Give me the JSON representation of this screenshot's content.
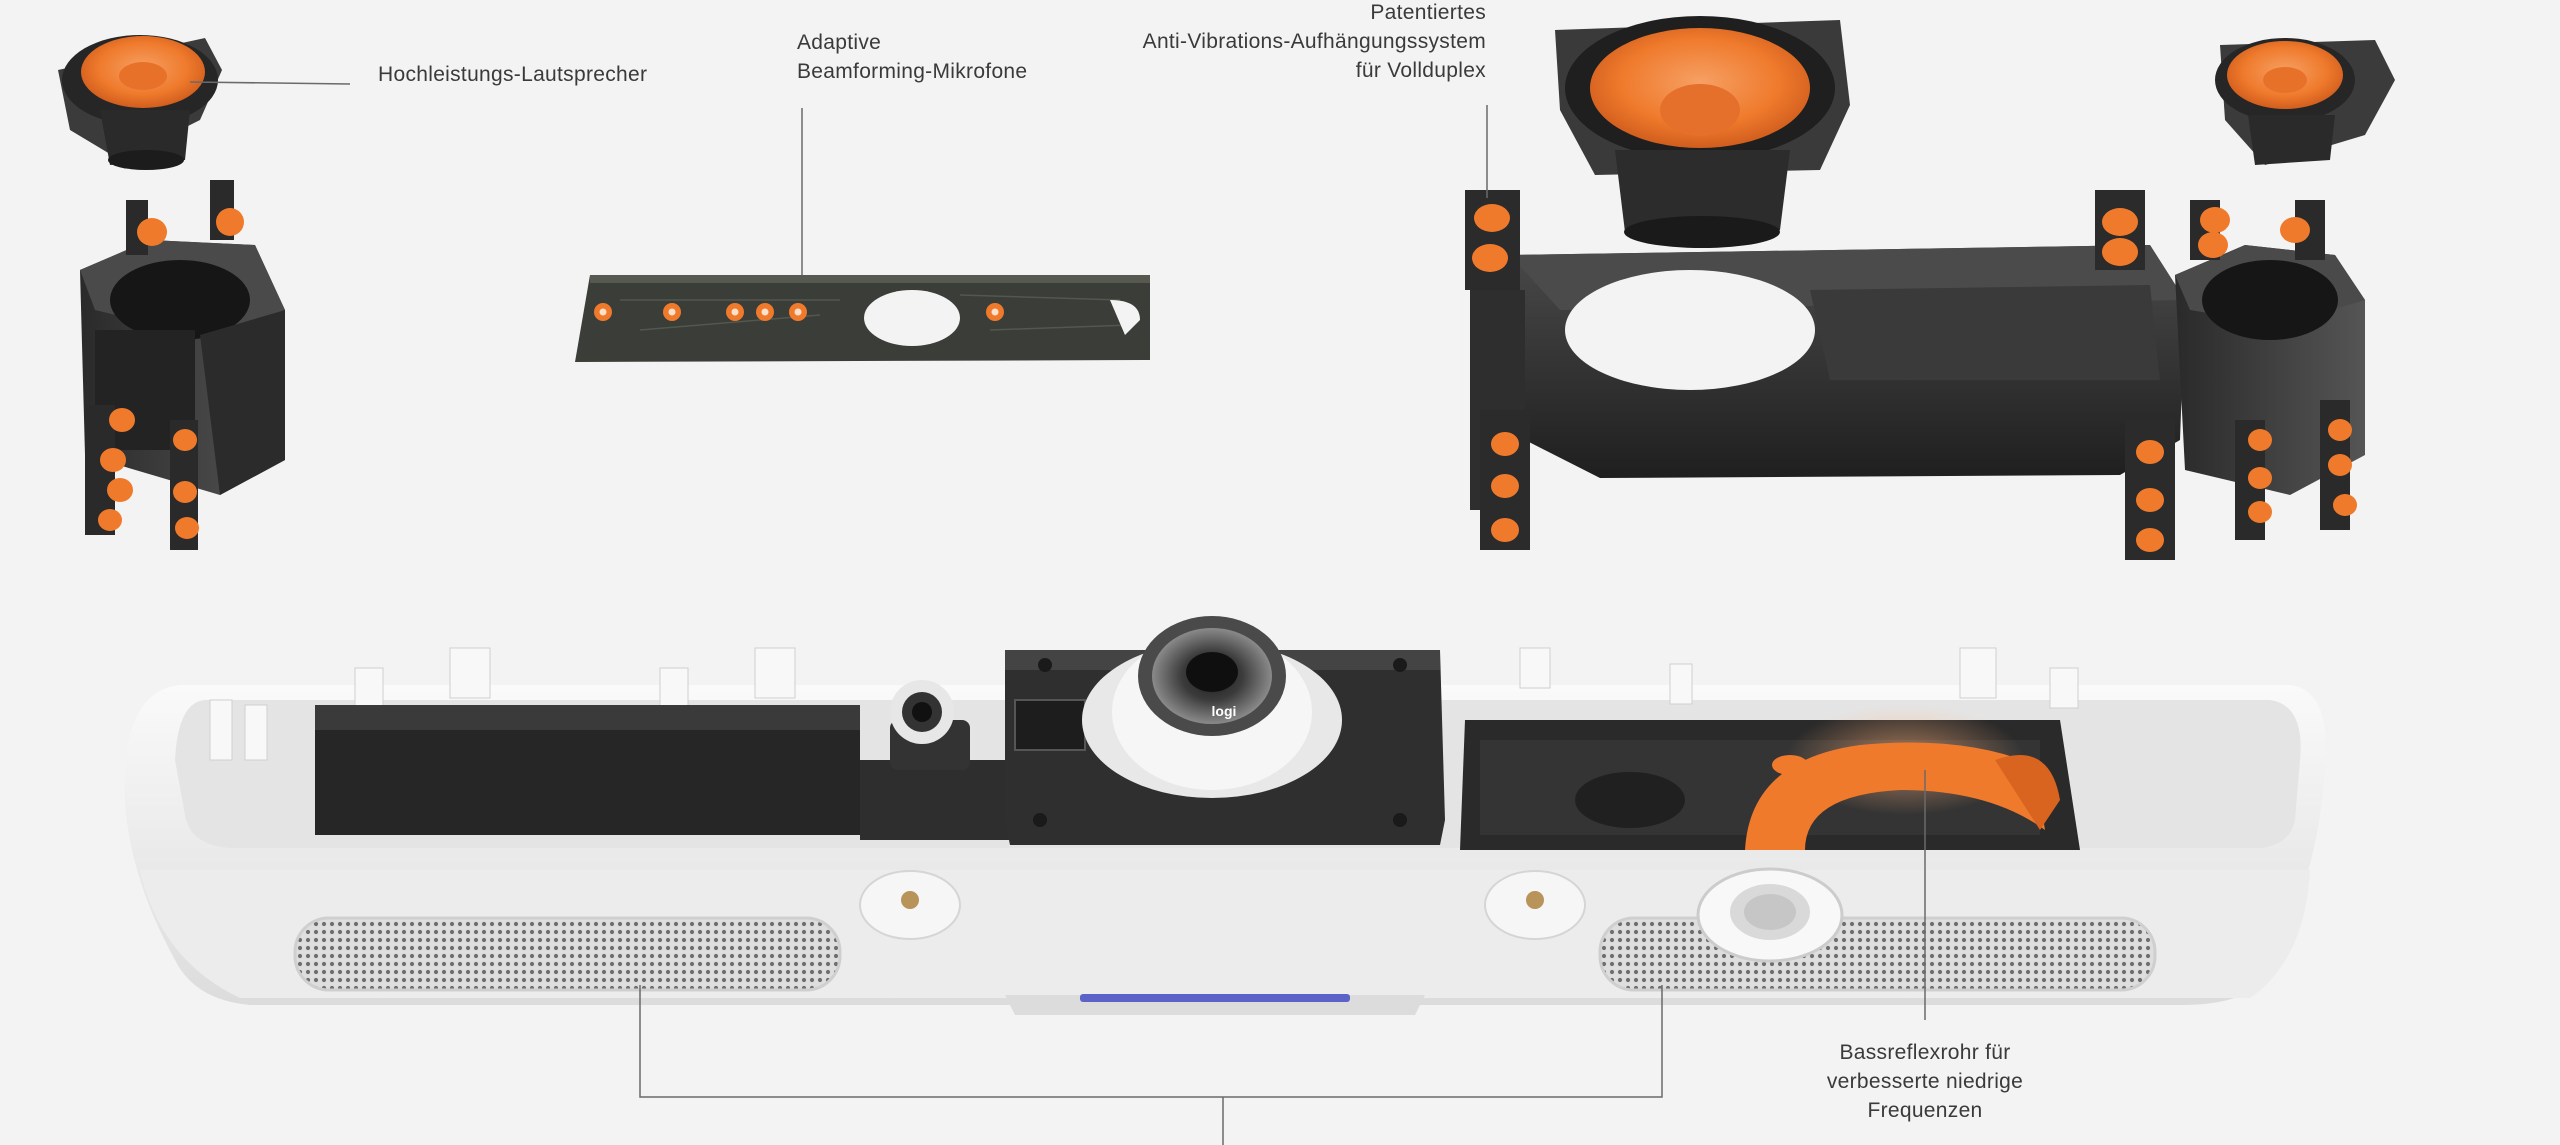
{
  "callouts": {
    "speaker": {
      "line1": "Hochleistungs-Lautsprecher"
    },
    "mics": {
      "line1": "Adaptive",
      "line2": "Beamforming-Mikrofone"
    },
    "suspension": {
      "line1": "Patentiertes",
      "line2": "Anti-Vibrations-Aufhängungssystem",
      "line3": "für Vollduplex"
    },
    "bass": {
      "line1": "Bassreflexrohr für",
      "line2": "verbesserte niedrige",
      "line3": "Frequenzen"
    }
  },
  "device": {
    "logo_text": "logi"
  },
  "colors": {
    "background": "#f3f3f3",
    "accent_orange": "#f07a2c",
    "dark_plastic": "#2e2e2e",
    "housing_white": "#eeeeee",
    "leader_line": "#6a6a6a"
  }
}
